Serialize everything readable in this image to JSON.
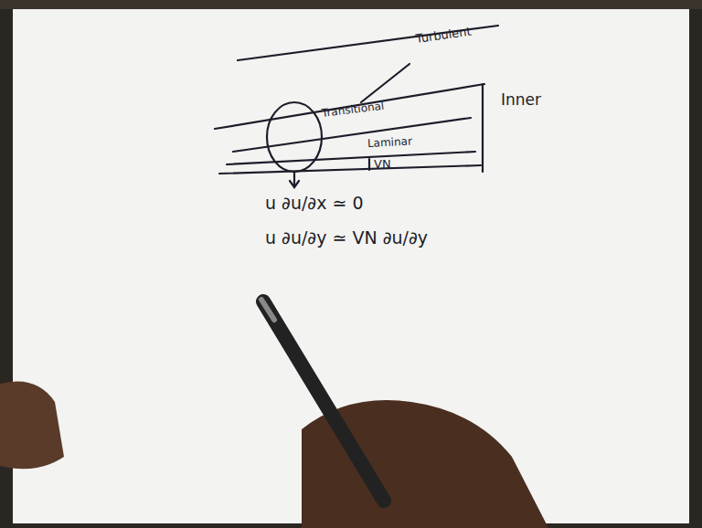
{
  "diagram": {
    "labels": [
      "Turbulent",
      "Inner",
      "Transitional",
      "Laminar",
      "VN",
      "u ∂u/∂x ≃ 0",
      "u ∂u/∂y ≃ VN ∂u/∂y"
    ]
  }
}
